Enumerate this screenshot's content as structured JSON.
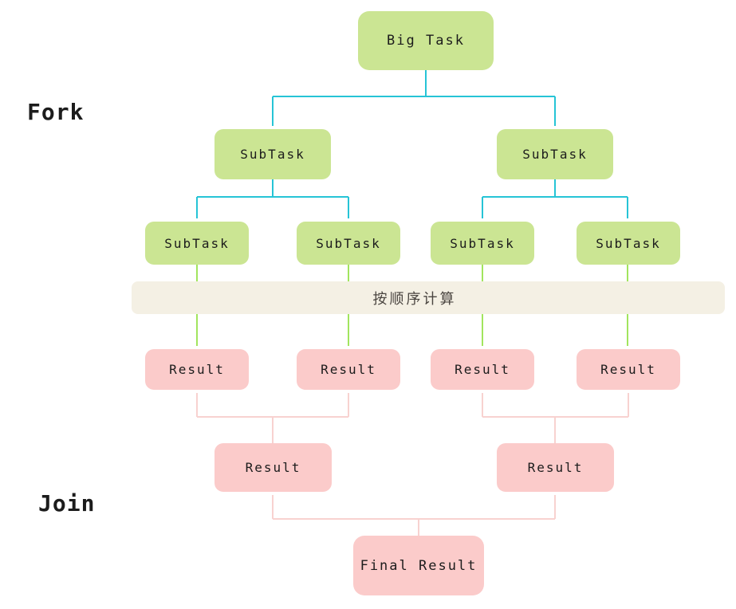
{
  "stage_labels": {
    "fork": "Fork",
    "join": "Join"
  },
  "nodes": {
    "big_task": "Big Task",
    "subtask": "SubTask",
    "result": "Result",
    "final_result": "Final Result"
  },
  "band_text": "按顺序计算",
  "structure": {
    "fork_levels": [
      1,
      2,
      4
    ],
    "join_levels": [
      4,
      2,
      1
    ]
  },
  "colors": {
    "task_fill": "#cbe593",
    "result_fill": "#fbcbca",
    "fork_arrow": "#26c4d6",
    "compute_arrow": "#a2e55e",
    "join_arrow": "#f8d2d0",
    "band_fill": "#f4f0e4",
    "text": "#1c1c1c"
  }
}
